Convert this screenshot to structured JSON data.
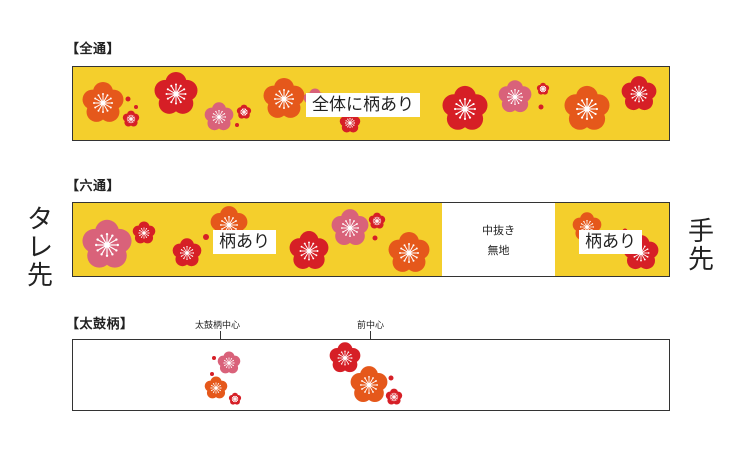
{
  "colors": {
    "band_yellow": "#f4cf2c",
    "plum_red": "#d61f26",
    "plum_orange": "#e5581b",
    "plum_pink": "#d9627a"
  },
  "zentsu": {
    "title": "【全通】",
    "label": "全体に柄あり"
  },
  "rokutsu": {
    "title": "【六通】",
    "left_label": "柄あり",
    "center_label_line1": "中抜き",
    "center_label_line2": "無地",
    "right_label": "柄あり"
  },
  "taikogara": {
    "title": "【太鼓柄】",
    "marker_taiko_center": "太鼓柄中心",
    "marker_front_center": "前中心"
  },
  "side_labels": {
    "tare": "タレ先",
    "tesaki": "手先"
  },
  "icons": [
    "plum-blossom-icon"
  ]
}
